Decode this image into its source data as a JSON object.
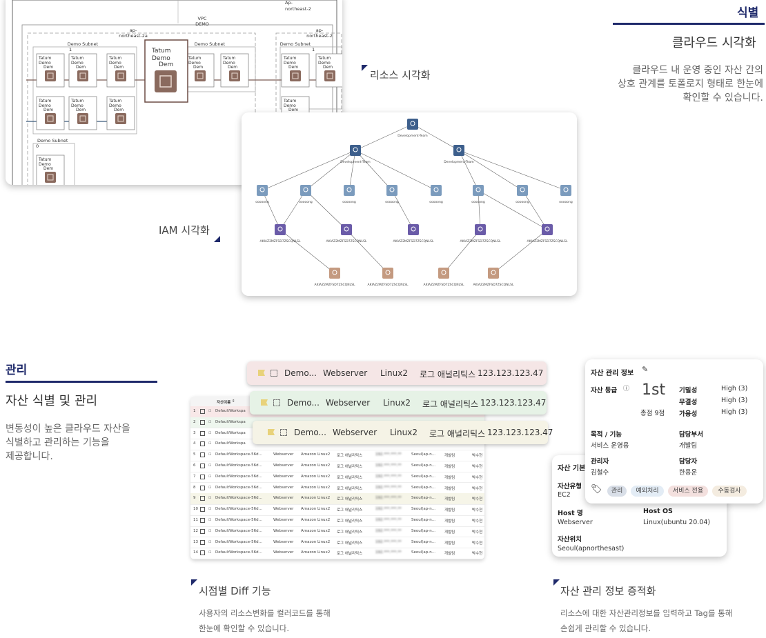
{
  "sections": {
    "identify": {
      "title": "식별",
      "subtitle": "클라우드 시각화",
      "desc": [
        "클라우드 내 운영 중인 자산 간의",
        "상호 관계를 토폴로지 형태로 한눈에",
        "확인할 수 있습니다."
      ]
    },
    "manage": {
      "title": "관리",
      "subtitle": "자산 식별 및 관리",
      "desc": [
        "변동성이 높은 클라우드 자산을",
        "식별하고 관리하는 기능을",
        "제공합니다."
      ]
    }
  },
  "captions": {
    "resource": "리소스 시각화",
    "iam": "IAM 시각화",
    "diff_title": "시점별 Diff 기능",
    "diff_desc": [
      "사용자의 리소스변화를 컬러코드를 통해",
      "한눈에 확인할 수 있습니다."
    ],
    "asset_title": "자산 관리 정보 증적화",
    "asset_desc": [
      "리소스에 대한 자산관리정보를 입력하고 Tag를 통해",
      "손쉽게 관리할 수 있습니다."
    ]
  },
  "vpc": {
    "region_top": [
      "Ap-",
      "northeast-2"
    ],
    "vpc_label": [
      "VPC",
      "DEMO"
    ],
    "az_left": [
      "ap-",
      "northeast-2a"
    ],
    "az_right": [
      "ap-",
      "northeast-2"
    ],
    "subnet_label": "Demo Subnet",
    "subnet_num": "1",
    "subnet_b_num": "0",
    "node_title": "Tatum",
    "node_sub": "Demo",
    "node_sub2": "Dem"
  },
  "iam": {
    "root": "Development-Team",
    "groups": [
      "Development-Team",
      "Development-Team"
    ],
    "user_label": "ooooong",
    "policy_label": "AKIAZ2MZFSD7ZSCQNLSL",
    "key_label": "AKIAZ2MZFSD7ZSCQNLSL",
    "colors": {
      "user": "#7b9bbd",
      "group": "#3d5f8c",
      "policy": "#6a5ba8",
      "key": "#c49a80"
    }
  },
  "diff_rows": [
    {
      "name": "Demo...",
      "host": "Webserver",
      "os": "Linux2",
      "tag": "로그 애널리틱스",
      "ip": "123.123.123.47",
      "bg": "#f5e6e6"
    },
    {
      "name": "Demo...",
      "host": "Webserver",
      "os": "Linux2",
      "tag": "로그 애널리틱스",
      "ip": "123.123.123.47",
      "bg": "#e6f2e6"
    },
    {
      "name": "Demo...",
      "host": "Webserver",
      "os": "Linux2",
      "tag": "로그 애널리틱스",
      "ip": "123.123.123.47",
      "bg": "#f5f3e6"
    }
  ],
  "table": {
    "header": "자산이름",
    "short_name": "DefaultWorkspa",
    "long_name": "DefaultWorkspace-56d...",
    "host": "Webserver",
    "os": "Amazon Linux2",
    "tag": "로그 애널리틱스",
    "ip": "192.***.***.**",
    "region": "Seoul(ap-n...",
    "team": "개발팀",
    "owner": "박수현",
    "rows": [
      "1",
      "2",
      "3",
      "4",
      "5",
      "6",
      "7",
      "8",
      "9",
      "10",
      "11",
      "12",
      "13",
      "14"
    ]
  },
  "asset": {
    "title": "자산 관리 정보",
    "grade_label": "자산 등급",
    "grade_value": "1st",
    "grade_score": "총점 9점",
    "conf_label": "기밀성",
    "conf_value": "High (3)",
    "integ_label": "무결성",
    "integ_value": "High (3)",
    "avail_label": "가용성",
    "avail_value": "High (3)",
    "purpose_label": "목적 / 기능",
    "purpose_value": "서비스 운영용",
    "dept_label": "담당부서",
    "dept_value": "개발팀",
    "manager_label": "관리자",
    "manager_value": "김철수",
    "owner_label": "담당자",
    "owner_value": "한용운",
    "tags": [
      "관리",
      "예외처리",
      "서비스 전용",
      "수동검사"
    ],
    "tag_colors": [
      "#d9dfe8",
      "#e3ecf5",
      "#f3e0de",
      "#f4ece0"
    ]
  },
  "asset_basic": {
    "title": "자산 기본",
    "type_label": "자산유형",
    "type_value": "EC2",
    "host_label": "Host 명",
    "host_value": "Webserver",
    "os_label": "Host OS",
    "os_value": "Linux(ubuntu 20.04)",
    "loc_label": "자산위치",
    "loc_value": "Seoul(apnorthesast)"
  }
}
